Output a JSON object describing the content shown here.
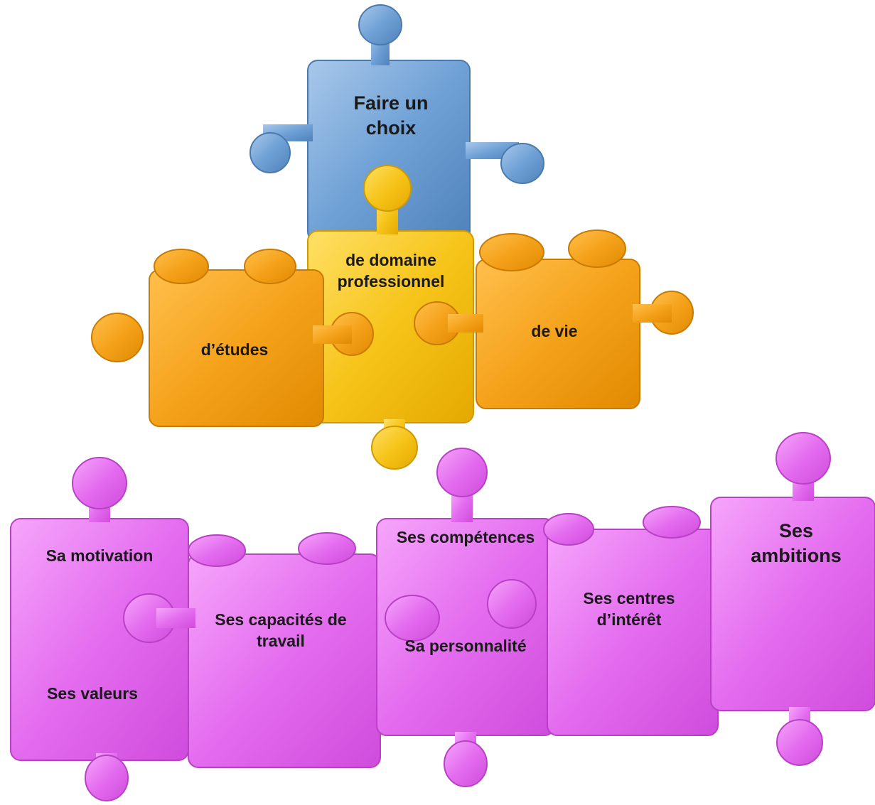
{
  "top": {
    "line1": "Faire un",
    "line2": "choix",
    "color": "#6fa1d6"
  },
  "middle": {
    "center": {
      "line1": "de domaine",
      "line2": "professionnel",
      "color": "#f6c41a"
    },
    "left": {
      "label": "d’études",
      "color": "#f5a21b"
    },
    "right": {
      "label": "de vie",
      "color": "#f5a21b"
    }
  },
  "bottom": {
    "color": "#e46cef",
    "motivation": "Sa motivation",
    "valeurs": "Ses valeurs",
    "capacites": {
      "line1": "Ses capacités de",
      "line2": "travail"
    },
    "competences": "Ses compétences",
    "personnalite": "Sa personnalité",
    "centres": {
      "line1": "Ses centres",
      "line2": "d’intérêt"
    },
    "ambitions": {
      "line1": "Ses",
      "line2": "ambitions"
    }
  }
}
